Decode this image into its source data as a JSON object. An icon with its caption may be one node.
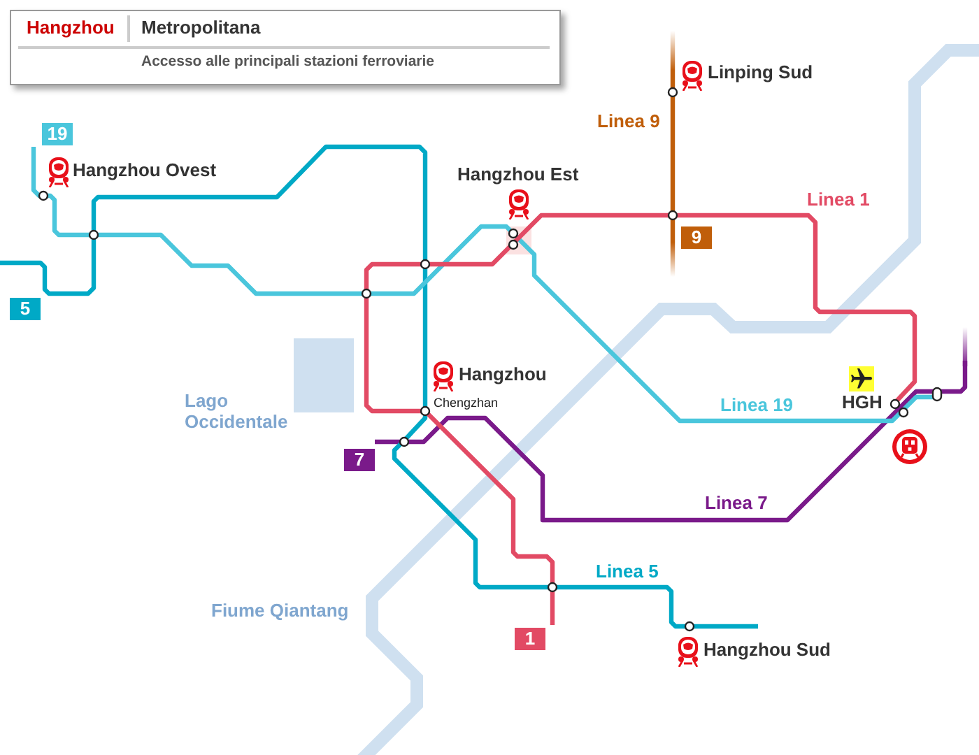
{
  "diagram": {
    "labels": [
      "Hangzhou",
      "Metropolitana",
      "Accesso alle principali stazioni ferroviarie",
      "Linping Sud",
      "Linea 9",
      "19",
      "Hangzhou Ovest",
      "Hangzhou Est",
      "Linea 1",
      "9",
      "5",
      "Hangzhou",
      "Lago Occidentale",
      "Chengzhan",
      "Linea 19",
      "HGH",
      "7",
      "Linea 7",
      "Linea 5",
      "Fiume Qiantang",
      "1",
      "Hangzhou Sud"
    ]
  }
}
